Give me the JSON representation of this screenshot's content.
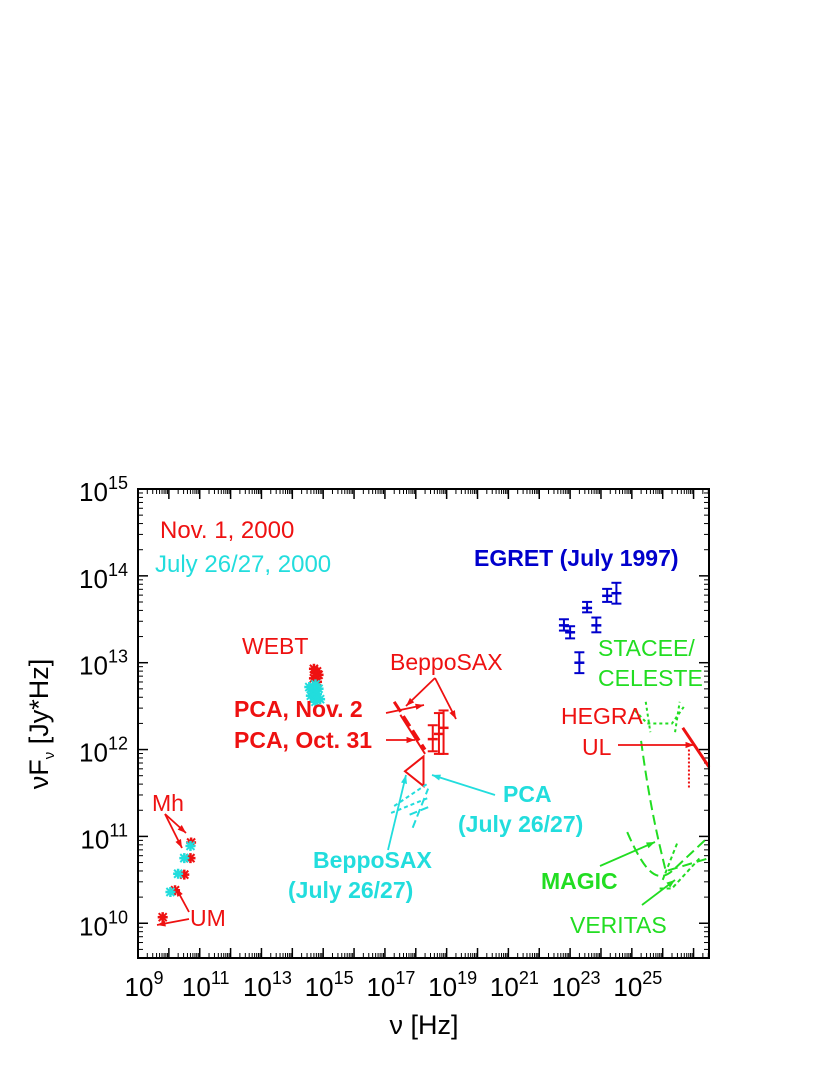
{
  "chart_data": {
    "type": "scatter",
    "xlabel": "ν [Hz]",
    "ylabel": {
      "main": "νF",
      "sub": "ν",
      "tail": " [Jy*Hz]"
    },
    "x_log_range": [
      9,
      27.5
    ],
    "y_log_range": [
      9.6,
      15
    ],
    "xticks": [
      {
        "exp": 9,
        "base": "10",
        "sup": "9"
      },
      {
        "exp": 11,
        "base": "10",
        "sup": "11"
      },
      {
        "exp": 13,
        "base": "10",
        "sup": "13"
      },
      {
        "exp": 15,
        "base": "10",
        "sup": "15"
      },
      {
        "exp": 17,
        "base": "10",
        "sup": "17"
      },
      {
        "exp": 19,
        "base": "10",
        "sup": "19"
      },
      {
        "exp": 21,
        "base": "10",
        "sup": "21"
      },
      {
        "exp": 23,
        "base": "10",
        "sup": "23"
      },
      {
        "exp": 25,
        "base": "10",
        "sup": "25"
      }
    ],
    "yticks": [
      {
        "exp": 10,
        "base": "10",
        "sup": "10"
      },
      {
        "exp": 11,
        "base": "10",
        "sup": "11"
      },
      {
        "exp": 12,
        "base": "10",
        "sup": "12"
      },
      {
        "exp": 13,
        "base": "10",
        "sup": "13"
      },
      {
        "exp": 14,
        "base": "10",
        "sup": "14"
      },
      {
        "exp": 15,
        "base": "10",
        "sup": "15"
      }
    ],
    "colors": {
      "red": "#ee1111",
      "cyan": "#22dddd",
      "blue": "#0000cc",
      "green": "#22dd22",
      "axis": "#000000"
    },
    "legend": [
      {
        "label": "Nov. 1, 2000",
        "color": "#ee1111"
      },
      {
        "label": "July 26/27, 2000",
        "color": "#22dddd"
      }
    ],
    "series": [
      {
        "name": "Nov. 1, 2000",
        "color": "#ee1111",
        "points": [
          [
            9.8,
            10.07
          ],
          [
            10.2,
            10.38
          ],
          [
            10.5,
            10.56
          ],
          [
            10.7,
            10.75
          ],
          [
            10.72,
            10.93
          ],
          [
            14.7,
            12.93
          ],
          [
            14.75,
            12.88
          ],
          [
            14.8,
            12.9
          ],
          [
            14.85,
            12.86
          ],
          [
            14.7,
            12.82
          ],
          [
            14.8,
            12.78
          ]
        ]
      },
      {
        "name": "July 26/27, 2000",
        "color": "#22dddd",
        "points": [
          [
            10.05,
            10.36
          ],
          [
            10.3,
            10.57
          ],
          [
            10.5,
            10.75
          ],
          [
            10.7,
            10.89
          ],
          [
            14.55,
            12.72
          ],
          [
            14.65,
            12.68
          ],
          [
            14.75,
            12.75
          ],
          [
            14.85,
            12.7
          ],
          [
            14.6,
            12.62
          ],
          [
            14.7,
            12.6
          ],
          [
            14.8,
            12.64
          ],
          [
            14.9,
            12.58
          ],
          [
            14.75,
            12.55
          ]
        ]
      },
      {
        "name": "EGRET (July 1997)",
        "color": "#0000cc",
        "points": [
          {
            "x": 22.8,
            "y": 13.43,
            "lo": 13.37,
            "hi": 13.5
          },
          {
            "x": 23.0,
            "y": 13.35,
            "lo": 13.28,
            "hi": 13.42
          },
          {
            "x": 23.3,
            "y": 13.0,
            "lo": 12.88,
            "hi": 13.12
          },
          {
            "x": 23.55,
            "y": 13.63,
            "lo": 13.58,
            "hi": 13.7
          },
          {
            "x": 23.85,
            "y": 13.43,
            "lo": 13.35,
            "hi": 13.52
          },
          {
            "x": 24.2,
            "y": 13.77,
            "lo": 13.7,
            "hi": 13.85
          },
          {
            "x": 24.5,
            "y": 13.8,
            "lo": 13.68,
            "hi": 13.92
          }
        ]
      },
      {
        "name": "BeppoSAX (Nov)",
        "color": "#ee1111",
        "points": [
          {
            "x": 18.55,
            "y": 12.12,
            "lo": 11.98,
            "hi": 12.28
          },
          {
            "x": 18.75,
            "y": 12.18,
            "lo": 11.95,
            "hi": 12.42
          },
          {
            "x": 18.9,
            "y": 12.25,
            "lo": 11.95,
            "hi": 12.45
          }
        ]
      }
    ],
    "annotations": {
      "webt": "WEBT",
      "beppo_red": "BeppoSAX",
      "pca_nov2": "PCA, Nov. 2",
      "pca_oct31": "PCA, Oct. 31",
      "mh": "Mh",
      "um": "UM",
      "egret": "EGRET (July 1997)",
      "stacee1": "STACEE/",
      "stacee2": "CELESTE",
      "hegra1": "HEGRA",
      "hegra2": "UL",
      "pca_july1": "PCA",
      "pca_july2": "(July 26/27)",
      "beppo_july1": "BeppoSAX",
      "beppo_july2": "(July 26/27)",
      "magic": "MAGIC",
      "veritas": "VERITAS"
    }
  }
}
